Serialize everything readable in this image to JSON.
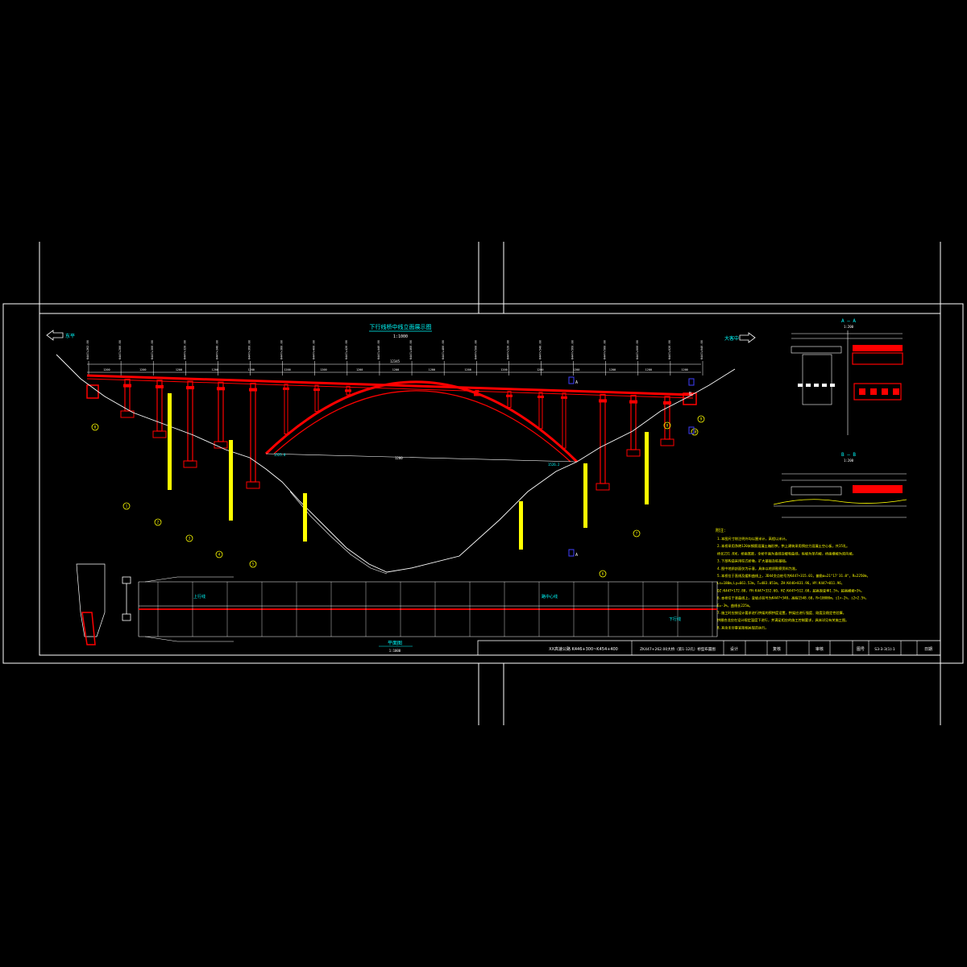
{
  "drawing": {
    "title": "下行线桥中线立面展示图",
    "title_scale": "1:1000",
    "direction_left": "东平",
    "direction_right": "大客中",
    "total_length": "12345",
    "plan_title": "平面图",
    "plan_scale": "1:1000",
    "section_aa_title": "A — A",
    "section_aa_scale": "1:200",
    "section_bb_title": "B — B",
    "section_bb_scale": "1:200",
    "marker_a": "A",
    "marker_b": "B",
    "plan_line_label": "路中心线",
    "plan_up_label": "上行线",
    "plan_down_label": "下行线",
    "station_labels": [
      "K447+262.00",
      "K447+280.00",
      "K447+300.00",
      "K447+320.00",
      "K447+340.00",
      "K447+360.00",
      "K447+380.00",
      "K447+400.00",
      "K447+420.00",
      "K447+440.00",
      "K447+460.00",
      "K447+480.00",
      "K447+500.00",
      "K447+520.00",
      "K447+540.00",
      "K447+560.00",
      "K447+580.00",
      "K447+600.00",
      "K447+620.00",
      "K447+640.00"
    ],
    "span_labels": [
      "1200",
      "1200",
      "1200",
      "1200",
      "1200",
      "1200",
      "1200",
      "1200",
      "1200",
      "1200",
      "1200",
      "1200",
      "1200",
      "1200",
      "1200",
      "1200",
      "1200"
    ],
    "pier_numbers": [
      "0",
      "1",
      "2",
      "3",
      "4",
      "5",
      "6",
      "7",
      "8",
      "9",
      "10"
    ]
  },
  "notes": {
    "heading": "附注：",
    "lines": [
      "1.本图尺寸除注明外均以厘米计，高程以米计。",
      "2.本桥采用净跨120米钢筋混凝土箱形拱，拱上建筑采用预应力混凝土空心板，共15孔。",
      "  桥长231.0米，桥面宽度，全桥平面为直线及缓和曲线，纵坡为单向坡，桥面横坡为双向坡。",
      "3.下部构造采用柱式桥墩，扩大基础及桩基础。",
      "4.图中地质剖面仅为示意，具体以地质勘察资料为准。",
      "5.本桥位于直线及缓和曲线上，JD44交点桩号为K447+315.01，偏角α=21°17'31.0\"，R=2250m，",
      "  Ls=180m,Ly=661.53m，T=483.051m，ZH:K446+831.96，HY:K447+011.96，",
      "  QZ:K447+172.80，YH:K447+332.60，HZ:K447+512.60，超高渐变率1.5%，超高横坡=3%。",
      "6.本桥位于竖曲线上，变坡点桩号为K447+340，高程1548.60，R=10000m，i1=-2%，i2=2.5%，",
      "  E=-3%，曲线长225m。",
      "7.施工时应按设计要求进行拱架的预拱度设置，拱架应进行强度、刚度及稳定性验算，",
      "  拱圈合龙应在设计规定温度下进行，并满足相应的施工控制要求，具体详见有关施工图。",
      "8.其余未尽事宜按相关规范执行。"
    ]
  },
  "title_block": {
    "project": "XX高速公路 K446+300~K454+400",
    "drawing_name": "ZK447+262.00大桥（第1-12孔）桥型布置图",
    "design": "设计",
    "check": "复核",
    "review": "审核",
    "sheet_no_label": "图号",
    "sheet_no": "S3-3-3(1)-1",
    "date": "日期"
  },
  "colors": {
    "background": "#000000",
    "frame": "#ffffff",
    "structure": "#ff0000",
    "dimension": "#ffffff",
    "annotation": "#00ffff",
    "note_text": "#ffff00",
    "ground": "#ffffff",
    "accent_blue": "#4040ff",
    "accent_green": "#00ff00"
  }
}
